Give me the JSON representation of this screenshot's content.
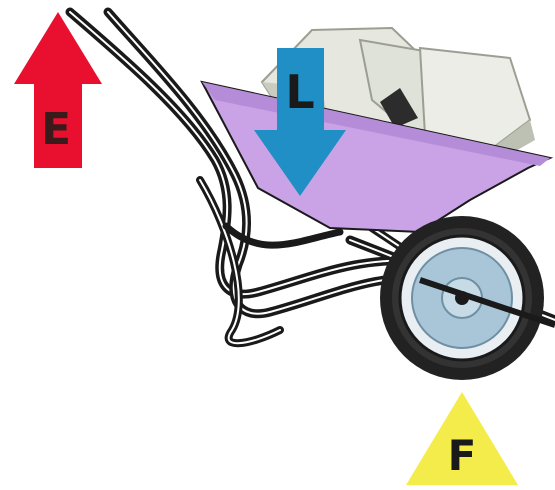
{
  "labels": {
    "effort": "E",
    "load": "L",
    "fulcrum": "F"
  },
  "colors": {
    "effort_arrow": "#e8102e",
    "effort_text": "#3a1a1a",
    "load_arrow": "#1f8fc6",
    "load_text": "#1a1a1a",
    "fulcrum_triangle": "#f4ec4a",
    "fulcrum_text": "#1a1a1a",
    "tray": "#c9a3e6",
    "tray_shade": "#b48cd8",
    "frame": "#1a1a1a",
    "tire": "#222222",
    "hub": "#a9c6d8",
    "stone_light": "#e6e8e0",
    "stone_mid": "#c9cdbf",
    "stone_shadow": "#2c2c2c"
  },
  "icons": [
    "effort-arrow-icon",
    "load-arrow-icon",
    "fulcrum-triangle-icon",
    "wheelbarrow-icon",
    "stones-icon",
    "wheel-icon"
  ]
}
